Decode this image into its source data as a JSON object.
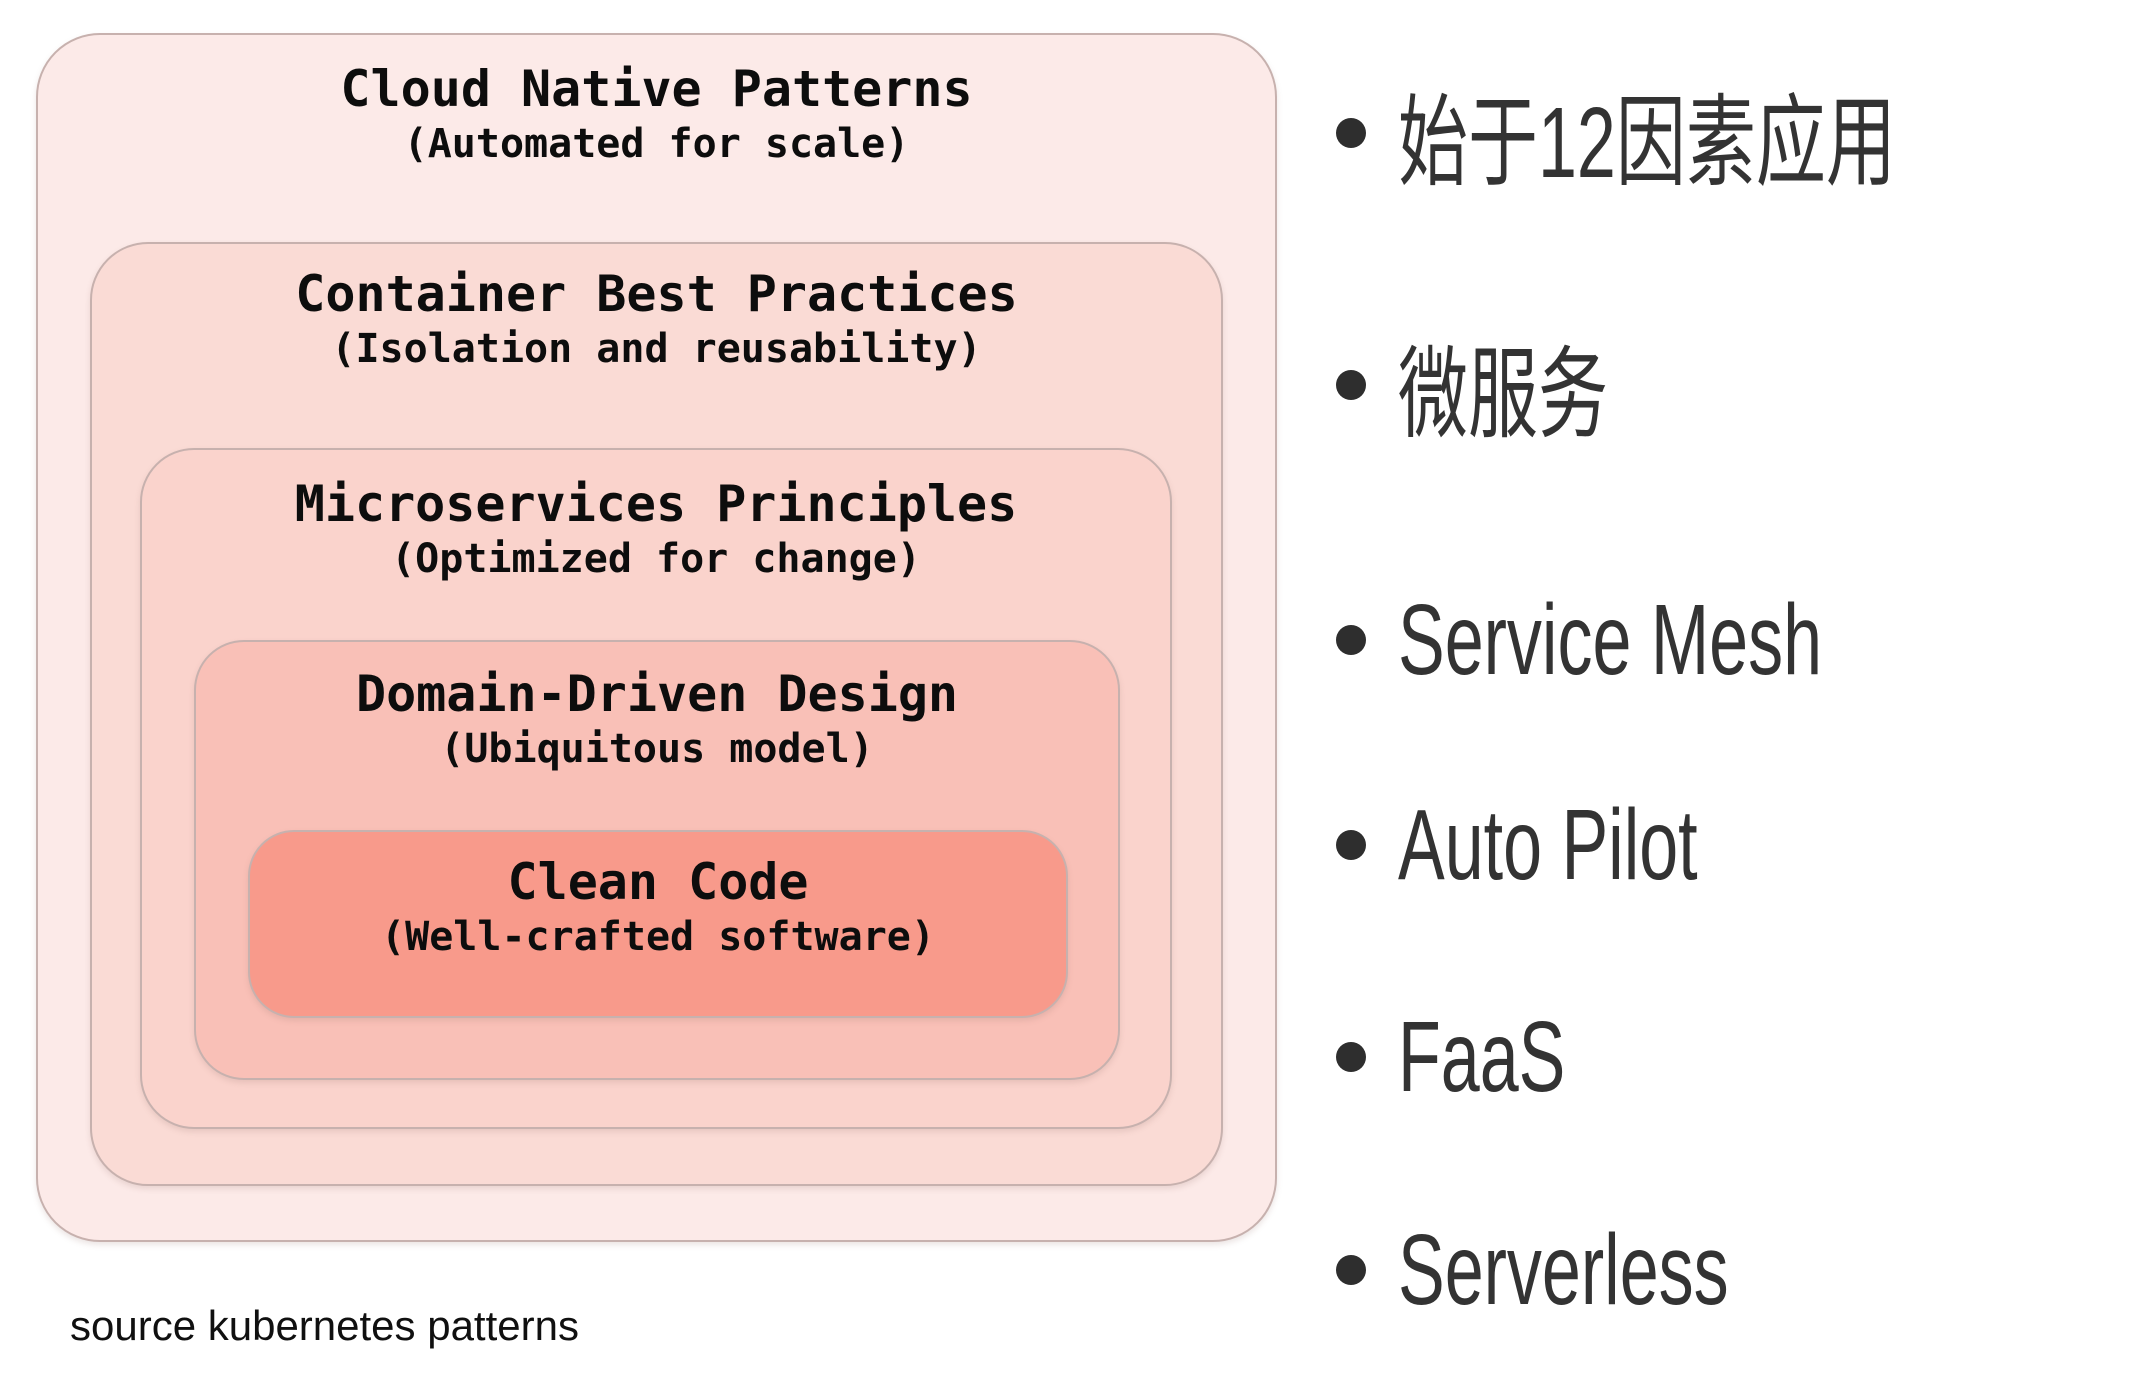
{
  "diagram": {
    "layers": [
      {
        "title": "Cloud Native Patterns",
        "subtitle": "(Automated for scale)"
      },
      {
        "title": "Container Best Practices",
        "subtitle": "(Isolation and reusability)"
      },
      {
        "title": "Microservices Principles",
        "subtitle": "(Optimized for change)"
      },
      {
        "title": "Domain-Driven Design",
        "subtitle": "(Ubiquitous model)"
      },
      {
        "title": "Clean Code",
        "subtitle": "(Well-crafted software)"
      }
    ],
    "source_note": "source kubernetes patterns",
    "colors": {
      "layer1_fill": "#fceae8",
      "layer2_fill": "#fadbd5",
      "layer3_fill": "#fad3cc",
      "layer4_fill": "#f9c0b7",
      "layer5_fill": "#f89a8b",
      "layer_border": "#c7b1ae",
      "text": "#0d0d0d"
    }
  },
  "bullets": {
    "items": [
      "始于12因素应用",
      "微服务",
      "Service Mesh",
      "Auto Pilot",
      "FaaS",
      "Serverless"
    ],
    "dot_color": "#2e2e2e",
    "text_color": "#333333"
  }
}
